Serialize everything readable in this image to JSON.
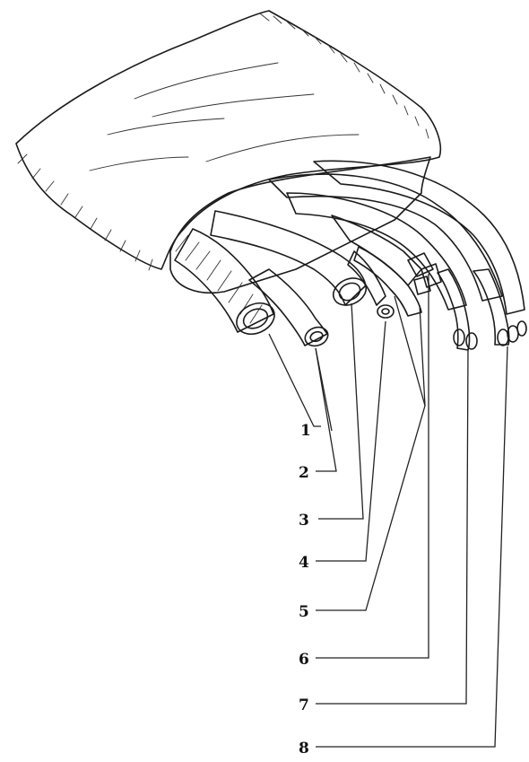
{
  "labels": [
    "1",
    "2",
    "3",
    "4",
    "5",
    "6",
    "7",
    "8"
  ],
  "colors": {
    "ink": "#1b1b1b",
    "sheath_fill": "#ffffff",
    "grey_tube": "#8e8e8e",
    "light_tube": "#c9c9c9",
    "dark_tube": "#555555"
  }
}
